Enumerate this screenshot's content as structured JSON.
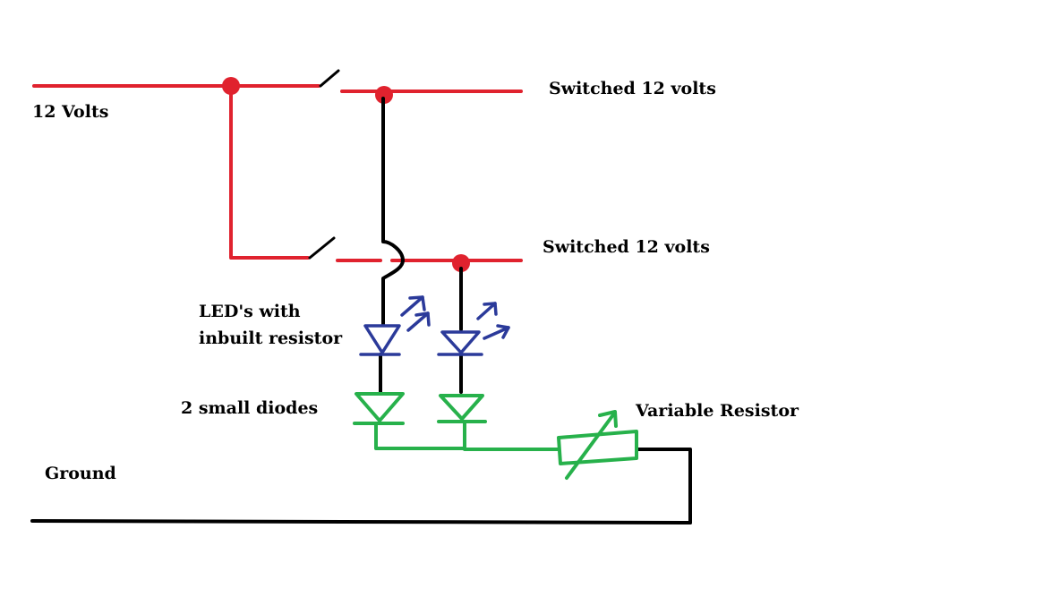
{
  "labels": {
    "supply": "12 Volts",
    "switched_upper": "Switched 12 volts",
    "switched_lower": "Switched 12 volts",
    "led_line1": "LED's with",
    "led_line2": "inbuilt resistor",
    "diodes": "2 small diodes",
    "variable_resistor": "Variable Resistor",
    "ground": "Ground"
  },
  "colors": {
    "supply_wire": "#e0222e",
    "junction": "#e0222e",
    "black_wire": "#000000",
    "led": "#2b3a9a",
    "diode": "#27b14b"
  }
}
